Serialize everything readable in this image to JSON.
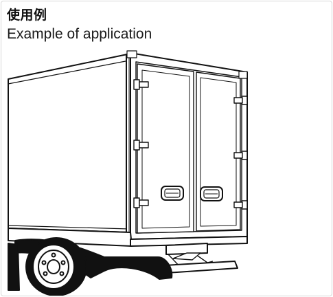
{
  "caption": {
    "title_jp": "使用例",
    "title_en": "Example of application"
  },
  "illustration": {
    "subject": "box-truck-rear-with-double-doors",
    "colors": {
      "line": "#111111",
      "fill": "#ffffff",
      "tire": "#111111"
    }
  }
}
